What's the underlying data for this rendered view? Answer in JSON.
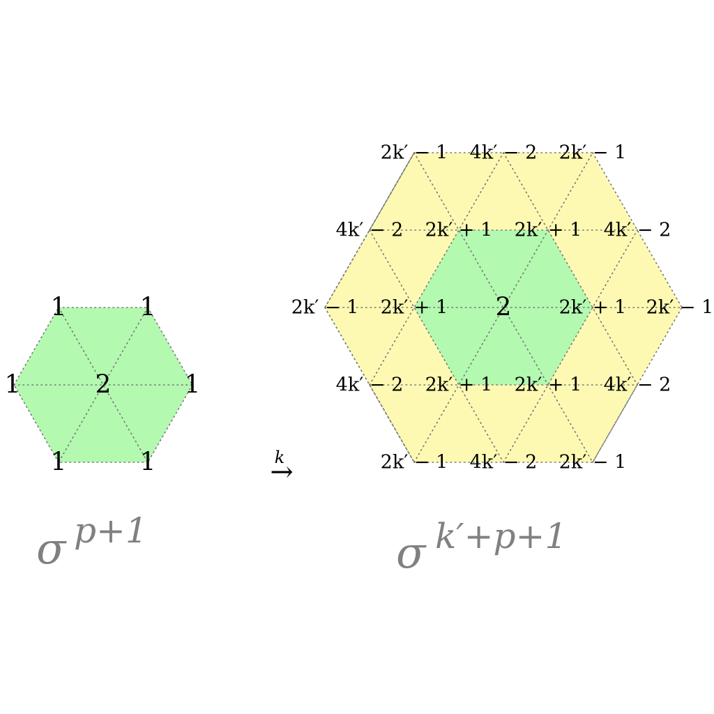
{
  "colors": {
    "inner_fill": "#b3f9b0",
    "outer_fill": "#fdf9b3",
    "grid_line": "#777777",
    "caption": "#808080",
    "label": "#000000"
  },
  "left_hexagon": {
    "center_label": "2",
    "vertex_labels": [
      "1",
      "1",
      "1",
      "1",
      "1",
      "1"
    ]
  },
  "left_caption": {
    "base": "σ",
    "exponent": "p+1"
  },
  "arrow": {
    "label": "k",
    "symbol": "→"
  },
  "right_hexagon": {
    "center_label": "2",
    "inner_ring_labels": [
      "2k′ + 1",
      "2k′ + 1",
      "2k′ + 1",
      "2k′ + 1",
      "2k′ + 1",
      "2k′ + 1"
    ],
    "outer_corner_labels": [
      "2k′ − 1",
      "2k′ − 1",
      "2k′ − 1",
      "2k′ − 1",
      "2k′ − 1",
      "2k′ − 1"
    ],
    "outer_mid_labels": [
      "4k′ − 2",
      "4k′ − 2",
      "4k′ − 2",
      "4k′ − 2",
      "4k′ − 2",
      "4k′ − 2"
    ]
  },
  "right_caption": {
    "base": "σ",
    "exponent": "k′+p+1"
  }
}
